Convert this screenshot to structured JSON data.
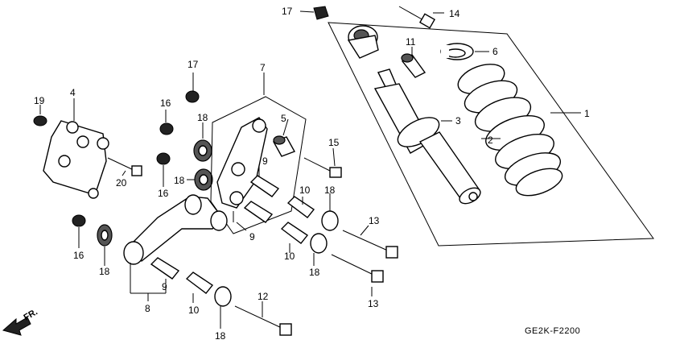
{
  "diagram": {
    "code": "GE2K-F2200",
    "front_arrow_label": "FR.",
    "callouts": [
      "1",
      "2",
      "3",
      "4",
      "5",
      "6",
      "7",
      "8",
      "9",
      "10",
      "11",
      "12",
      "13",
      "14",
      "15",
      "16",
      "17",
      "18",
      "19",
      "20"
    ],
    "labels": {
      "p17_top": "17",
      "p14": "14",
      "p11": "11",
      "p6": "6",
      "p1": "1",
      "p3": "3",
      "p2": "2",
      "p7": "7",
      "p17_left": "17",
      "p16_a": "16",
      "p18_a": "18",
      "p5": "5",
      "p19": "19",
      "p4": "4",
      "p18_b": "18",
      "p9_a": "9",
      "p15": "15",
      "p20": "20",
      "p16_b": "16",
      "p10_a": "10",
      "p18_c": "18",
      "p9_b": "9",
      "p13_a": "13",
      "p16_c": "16",
      "p10_b": "10",
      "p18_d": "18",
      "p18_e": "18",
      "p9_c": "9",
      "p13_b": "13",
      "p8": "8",
      "p10_c": "10",
      "p12": "12",
      "p18_f": "18"
    }
  }
}
